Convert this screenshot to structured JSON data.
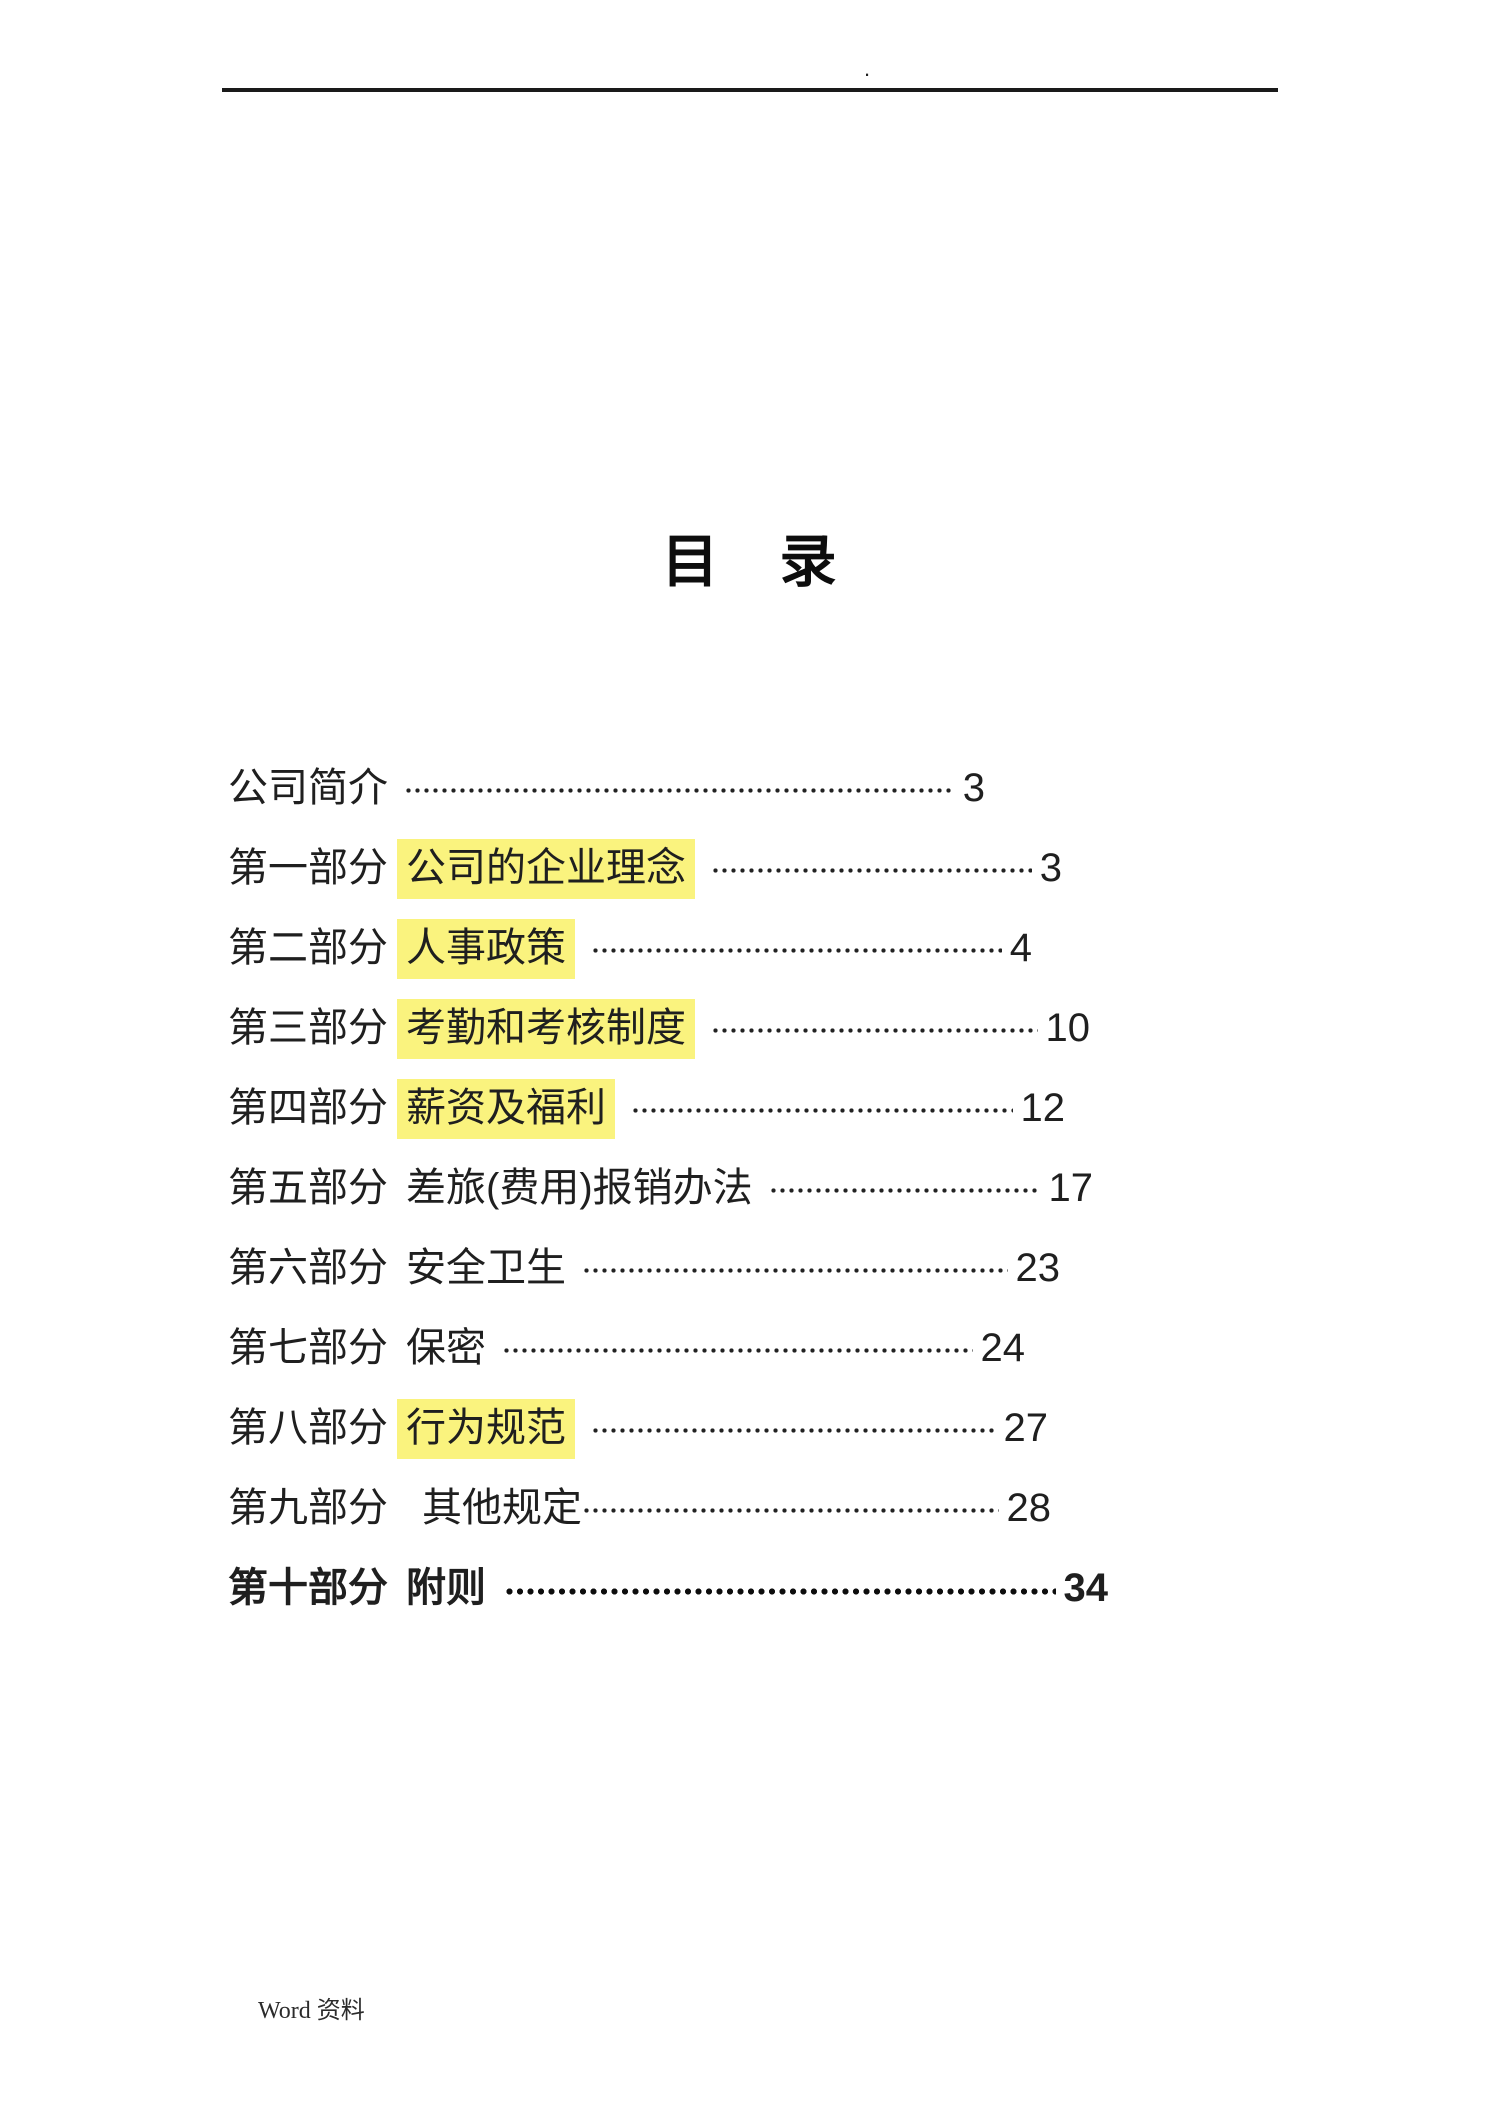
{
  "header": {
    "mark": "."
  },
  "doc": {
    "title": "目　录"
  },
  "toc": {
    "entries": [
      {
        "part": "",
        "title": "公司简介",
        "page": "3",
        "highlight": false,
        "bold": false
      },
      {
        "part": "第一部分",
        "title": "公司的企业理念",
        "page": "3",
        "highlight": true,
        "bold": false
      },
      {
        "part": "第二部分",
        "title": "人事政策",
        "page": "4",
        "highlight": true,
        "bold": false
      },
      {
        "part": "第三部分",
        "title": "考勤和考核制度",
        "page": "10",
        "highlight": true,
        "bold": false
      },
      {
        "part": "第四部分",
        "title": "薪资及福利",
        "page": "12",
        "highlight": true,
        "bold": false
      },
      {
        "part": "第五部分",
        "title": "差旅(费用)报销办法",
        "page": "17",
        "highlight": false,
        "bold": false
      },
      {
        "part": "第六部分",
        "title": "安全卫生",
        "page": "23",
        "highlight": false,
        "bold": false
      },
      {
        "part": "第七部分",
        "title": "保密",
        "page": "24",
        "highlight": false,
        "bold": false
      },
      {
        "part": "第八部分",
        "title": "行为规范",
        "page": "27",
        "highlight": true,
        "bold": false
      },
      {
        "part": "第九部分",
        "title": "其他规定",
        "page": "28",
        "highlight": false,
        "bold": false
      },
      {
        "part": "第十部分",
        "title": "附则",
        "page": "34",
        "highlight": false,
        "bold": true
      }
    ]
  },
  "footer": {
    "label": "Word 资料"
  },
  "colors": {
    "highlight": "#FAF37E",
    "text": "#1f1f1f",
    "rule": "#1a1a1a",
    "dots": "#222222"
  }
}
